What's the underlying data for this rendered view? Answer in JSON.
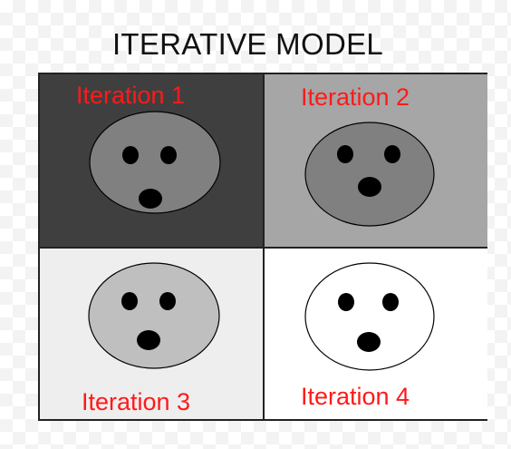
{
  "title": "ITERATIVE MODEL",
  "iterations": [
    {
      "label": "Iteration 1",
      "bg": "#3f3f3f",
      "face_fill": "#808080"
    },
    {
      "label": "Iteration 2",
      "bg": "#a6a6a6",
      "face_fill": "#808080"
    },
    {
      "label": "Iteration 3",
      "bg": "#eeeeee",
      "face_fill": "#bfbfbf"
    },
    {
      "label": "Iteration 4",
      "bg": "#ffffff",
      "face_fill": "#ffffff"
    }
  ],
  "colors": {
    "label": "#ff1a1a",
    "border": "#222222",
    "features": "#000000"
  }
}
